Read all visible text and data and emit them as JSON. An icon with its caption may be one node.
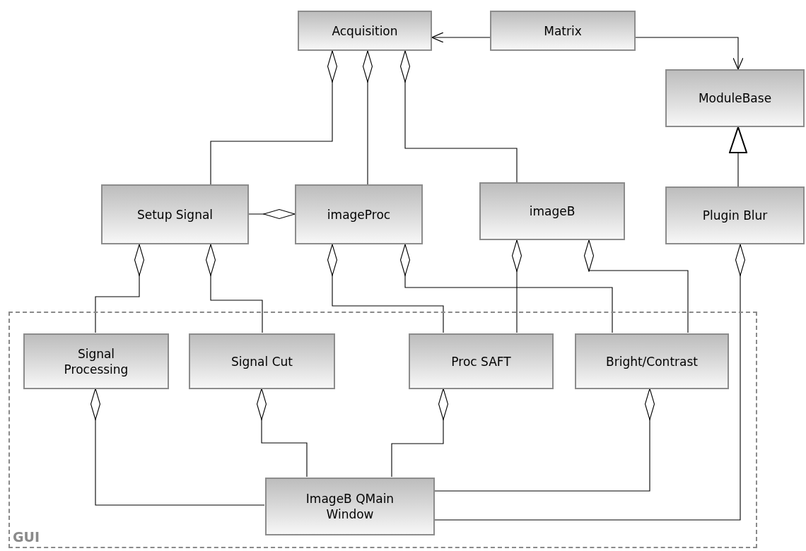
{
  "diagram": {
    "nodes": [
      {
        "text": [
          "GUI"
        ]
      },
      {
        "text": [
          "Acquisition"
        ]
      },
      {
        "text": [
          "Matrix"
        ]
      },
      {
        "text": [
          "ModuleBase"
        ]
      },
      {
        "text": [
          "Setup Signal"
        ]
      },
      {
        "text": [
          "imageProc"
        ]
      },
      {
        "text": [
          "imageB"
        ]
      },
      {
        "text": [
          "Plugin Blur"
        ]
      },
      {
        "text": [
          "Signal Processing"
        ],
        "in": 0
      },
      {
        "text": [
          "Signal Cut"
        ],
        "in": 0
      },
      {
        "text": [
          "Proc SAFT"
        ],
        "in": 0
      },
      {
        "text": [
          "Bright/Contrast"
        ],
        "in": 0
      },
      {
        "text": [
          "ImageB QMain Window"
        ],
        "in": 0
      }
    ],
    "edges": [
      {
        "from": 4,
        "to": 1,
        "arrow": "other"
      },
      {
        "from": 5,
        "to": 1,
        "arrow": "other"
      },
      {
        "from": 6,
        "to": 1,
        "arrow": "other"
      },
      {
        "from": 4,
        "to": 5,
        "arrow": "other"
      },
      {
        "from": 2,
        "to": 1,
        "arrow": "to"
      },
      {
        "from": 2,
        "to": 3,
        "arrow": "to"
      },
      {
        "from": 7,
        "to": 3,
        "arrow": "to"
      },
      {
        "from": 8,
        "to": 4,
        "arrow": "other"
      },
      {
        "from": 9,
        "to": 4,
        "arrow": "other"
      },
      {
        "from": 10,
        "to": 5,
        "arrow": "other"
      },
      {
        "from": 11,
        "to": 5,
        "arrow": "other"
      },
      {
        "from": 10,
        "to": 6,
        "arrow": "other"
      },
      {
        "from": 11,
        "to": 6,
        "arrow": "other"
      },
      {
        "from": 12,
        "to": 7,
        "arrow": "other"
      },
      {
        "from": 12,
        "to": 8,
        "arrow": "other"
      },
      {
        "from": 12,
        "to": 9,
        "arrow": "other"
      },
      {
        "from": 12,
        "to": 10,
        "arrow": "other"
      },
      {
        "from": 12,
        "to": 11,
        "arrow": "other"
      }
    ]
  }
}
